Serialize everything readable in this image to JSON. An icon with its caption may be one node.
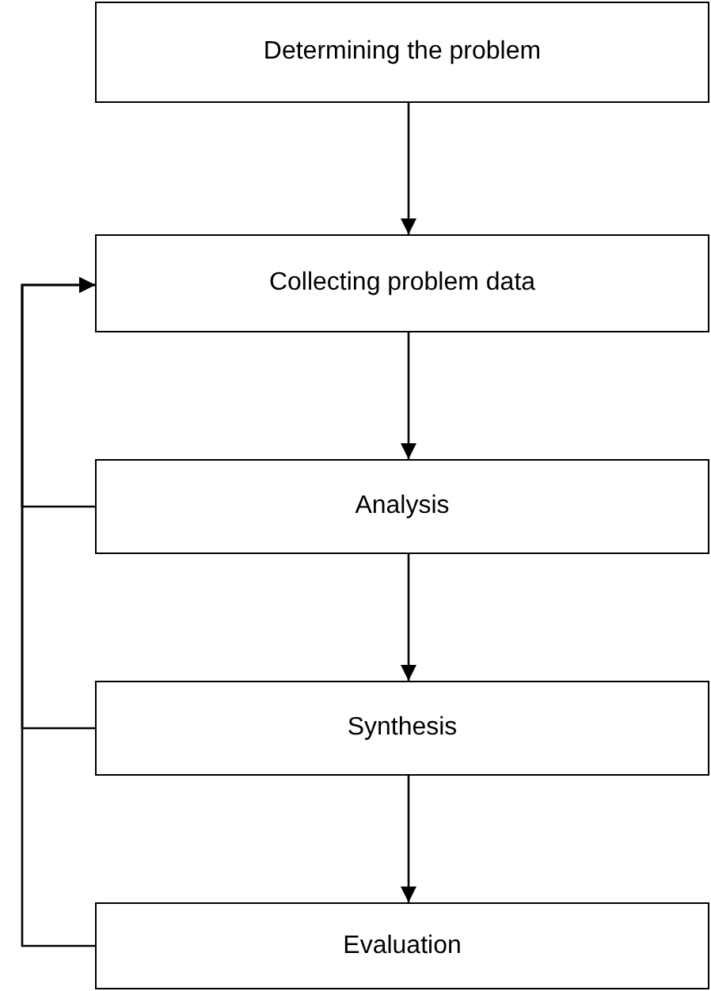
{
  "diagram": {
    "nodes": [
      {
        "text": [
          "Determining the problem"
        ]
      },
      {
        "text": [
          "Collecting problem data"
        ]
      },
      {
        "text": [
          "Analysis"
        ]
      },
      {
        "text": [
          "Synthesis"
        ]
      },
      {
        "text": [
          "Evaluation"
        ]
      }
    ],
    "edges": [
      {
        "from": 0,
        "to": 1,
        "arrow": "to"
      },
      {
        "from": 1,
        "to": 2,
        "arrow": "to"
      },
      {
        "from": 2,
        "to": 3,
        "arrow": "to"
      },
      {
        "from": 3,
        "to": 4,
        "arrow": "to"
      },
      {
        "from": 2,
        "to": 1,
        "arrow": "to"
      },
      {
        "from": 3,
        "to": 1,
        "arrow": "to"
      },
      {
        "from": 4,
        "to": 1,
        "arrow": "to"
      }
    ]
  }
}
